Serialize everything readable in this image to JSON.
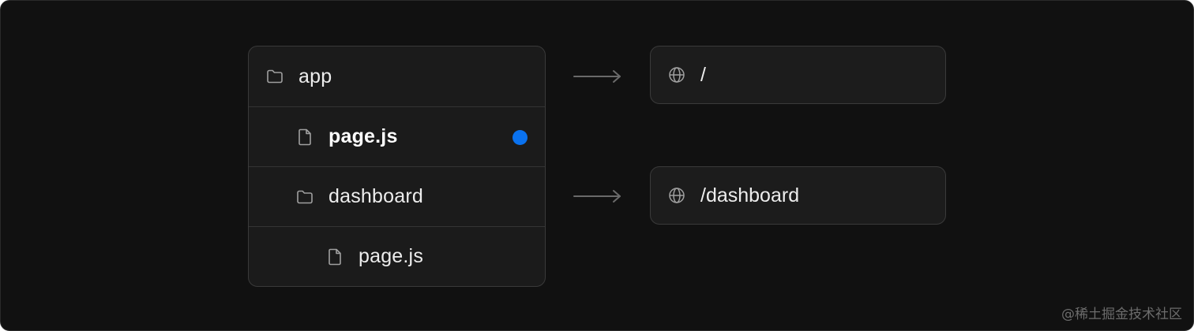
{
  "tree": {
    "rows": [
      {
        "label": "app",
        "icon": "folder-icon"
      },
      {
        "label": "page.js",
        "icon": "file-icon",
        "active": true
      },
      {
        "label": "dashboard",
        "icon": "folder-icon"
      },
      {
        "label": "page.js",
        "icon": "file-icon"
      }
    ]
  },
  "routes": [
    {
      "label": "/",
      "icon": "globe-icon"
    },
    {
      "label": "/dashboard",
      "icon": "globe-icon"
    }
  ],
  "colors": {
    "background": "#111111",
    "panel": "#1b1b1b",
    "accent_dot": "#0a72ef",
    "text": "#ededed"
  },
  "watermark": "@稀土掘金技术社区"
}
